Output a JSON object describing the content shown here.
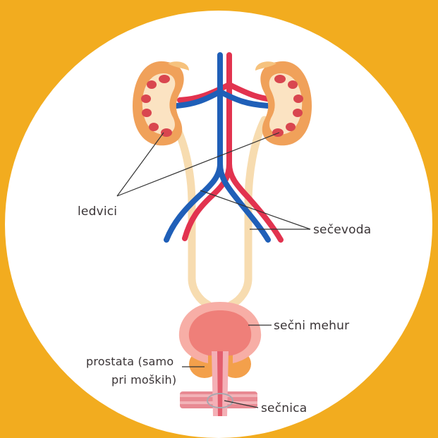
{
  "diagram": {
    "colors": {
      "background": "#f2ac1f",
      "circle": "#ffffff",
      "artery": "#e2334f",
      "vein": "#1f5fb8",
      "kidney": "#f0a15a",
      "kidney_dark": "#d9464f",
      "ureter": "#f7dcb0",
      "bladder": "#ef7f79",
      "prostate": "#f3a04b",
      "urethra": "#e35d6d",
      "label_line": "#333333"
    },
    "labels": {
      "kidneys": "ledvici",
      "ureters": "sečevoda",
      "bladder": "sečni mehur",
      "prostate_line1": "prostata (samo",
      "prostate_line2": "pri moških)",
      "urethra": "sečnica"
    }
  }
}
